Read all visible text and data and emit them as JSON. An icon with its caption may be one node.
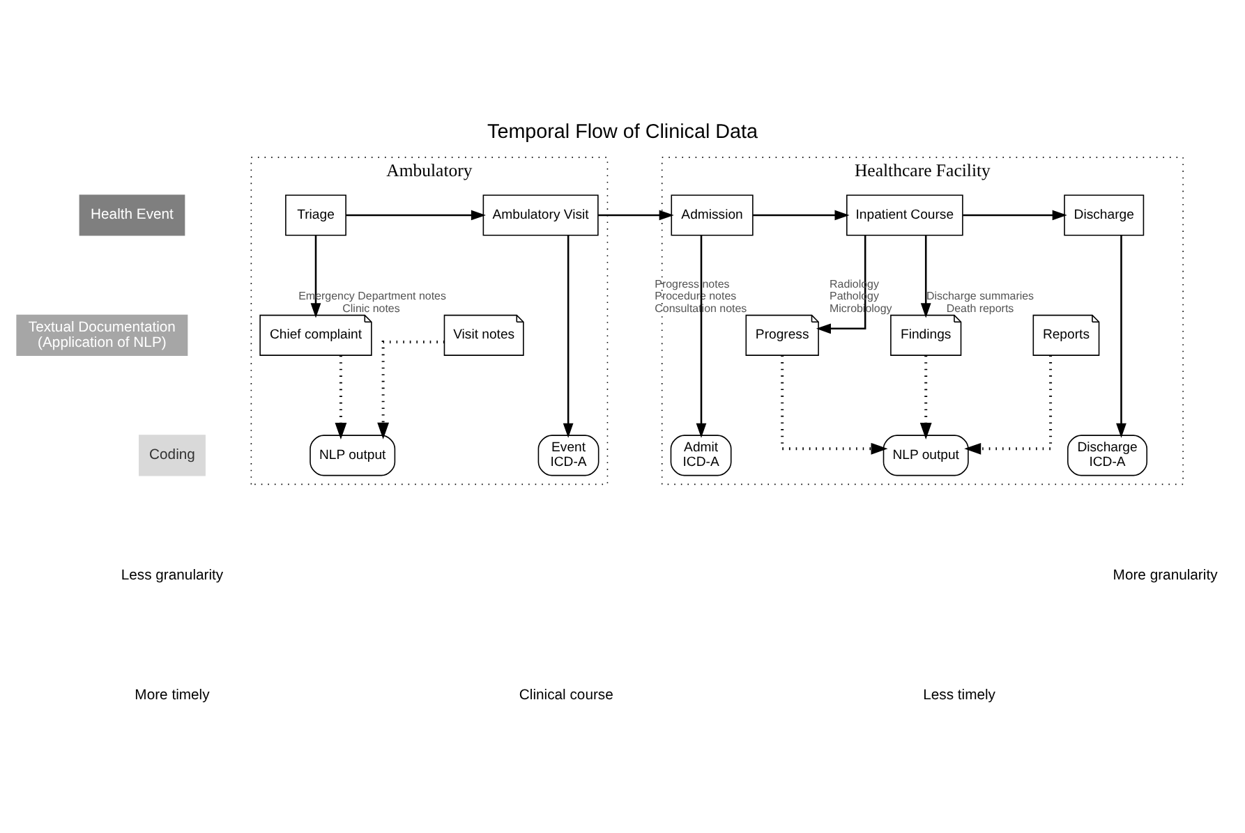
{
  "diagram": {
    "title": "Temporal Flow of Clinical Data",
    "nodes": [
      {
        "text": [
          "Ambulatory"
        ]
      },
      {
        "text": [
          "Healthcare Facility"
        ]
      },
      {
        "text": [
          "Health Event"
        ]
      },
      {
        "text": [
          "Textual Documentation",
          "(Application of NLP)"
        ]
      },
      {
        "text": [
          "Coding"
        ]
      },
      {
        "text": [
          "Triage"
        ],
        "in": 0
      },
      {
        "text": [
          "Ambulatory Visit"
        ],
        "in": 0
      },
      {
        "text": [
          "Chief complaint"
        ],
        "in": 0
      },
      {
        "text": [
          "Visit notes"
        ],
        "in": 0,
        "beside": [
          "Emergency Department notes",
          "Clinic notes"
        ]
      },
      {
        "text": [
          "Event",
          "ICD-A"
        ],
        "in": 0
      },
      {
        "text": [
          "NLP output"
        ],
        "in": 0
      },
      {
        "text": [
          "Admission"
        ],
        "in": 1
      },
      {
        "text": [
          "Inpatient Course"
        ],
        "in": 1
      },
      {
        "text": [
          "Discharge"
        ],
        "in": 1
      },
      {
        "text": [
          "Progress"
        ],
        "in": 1,
        "beside": [
          "Progress notes",
          "Procedure notes",
          "Consultation notes"
        ]
      },
      {
        "text": [
          "Findings"
        ],
        "in": 1,
        "beside": [
          "Radiology",
          "Pathology",
          "Microbiology"
        ]
      },
      {
        "text": [
          "Reports"
        ],
        "in": 1,
        "beside": [
          "Discharge summaries",
          "Death reports"
        ]
      },
      {
        "text": [
          "Admit",
          "ICD-A"
        ],
        "in": 1
      },
      {
        "text": [
          "NLP output"
        ],
        "in": 1
      },
      {
        "text": [
          "Discharge",
          "ICD-A"
        ],
        "in": 1
      }
    ],
    "edges": [
      {
        "from": 5,
        "to": 6,
        "arrow": "to"
      },
      {
        "from": 6,
        "to": 11,
        "arrow": "to"
      },
      {
        "from": 11,
        "to": 12,
        "arrow": "to"
      },
      {
        "from": 12,
        "to": 13,
        "arrow": "to"
      },
      {
        "from": 5,
        "to": 7,
        "arrow": "to"
      },
      {
        "from": 6,
        "to": 9,
        "arrow": "to"
      },
      {
        "from": 7,
        "to": 10,
        "arrow": "to",
        "style": "dashed"
      },
      {
        "from": 8,
        "to": 10,
        "arrow": "to",
        "style": "dashed"
      },
      {
        "from": 11,
        "to": 17,
        "arrow": "to"
      },
      {
        "from": 12,
        "to": 14,
        "arrow": "to"
      },
      {
        "from": 12,
        "to": 15,
        "arrow": "to"
      },
      {
        "from": 13,
        "to": 19,
        "arrow": "to"
      },
      {
        "from": 14,
        "to": 18,
        "arrow": "to",
        "style": "dashed"
      },
      {
        "from": 15,
        "to": 18,
        "arrow": "to",
        "style": "dashed"
      },
      {
        "from": 16,
        "to": 18,
        "arrow": "to",
        "style": "dashed"
      }
    ],
    "labels": [
      "Less granularity",
      "More granularity",
      "Clinical course",
      "More timely",
      "Less timely"
    ]
  }
}
